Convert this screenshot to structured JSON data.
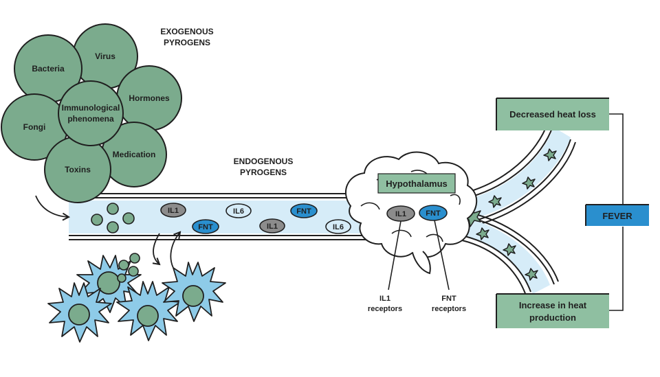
{
  "titles": {
    "exogenous_line1": "EXOGENOUS",
    "exogenous_line2": "PYROGENS",
    "endogenous_line1": "ENDOGENOUS",
    "endogenous_line2": "PYROGENS"
  },
  "pyrogens": {
    "bacteria": "Bacteria",
    "virus": "Virus",
    "hormones": "Hormones",
    "immuno_line1": "Immunological",
    "immuno_line2": "phenomena",
    "fongi": "Fongi",
    "medication": "Medication",
    "toxins": "Toxins"
  },
  "cytokines": {
    "il1": "IL1",
    "il6": "IL6",
    "fnt": "FNT"
  },
  "brain": {
    "hypothalamus": "Hypothalamus"
  },
  "receptors": {
    "il1_line1": "IL1",
    "il1_line2": "receptors",
    "fnt_line1": "FNT",
    "fnt_line2": "receptors"
  },
  "effects": {
    "decreased_heat_loss": "Decreased heat loss",
    "increase_line1": "Increase in heat",
    "increase_line2": "production",
    "fever": "FEVER"
  },
  "colors": {
    "green": "#7bab8d",
    "light_blue": "#d6ecf8",
    "blue": "#2a8fce",
    "gray": "#8c8c8c",
    "dark": "#1f1f1f",
    "label_box": "#8fbfa1"
  }
}
